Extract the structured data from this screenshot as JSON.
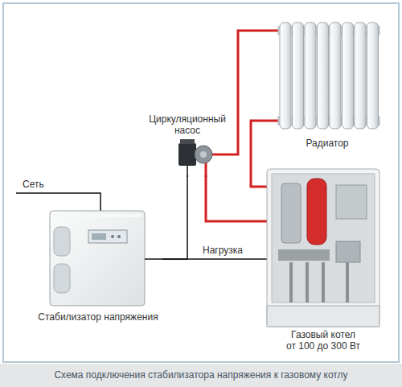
{
  "diagram": {
    "caption": "Схема подключения стабилизатора напряжения к газовому котлу",
    "nodes": [
      {
        "text": [
          "Стабилизатор напряжения"
        ]
      },
      {
        "text": [
          "Циркуляционный насос"
        ]
      },
      {
        "text": [
          "Радиатор"
        ]
      },
      {
        "text": [
          "Газовый котел от 100 до 300 Вт"
        ]
      }
    ],
    "edges": [
      {
        "from": 0,
        "to": 3,
        "label": "Нагрузка",
        "arrow": "none"
      },
      {
        "from": 0,
        "to": 1,
        "arrow": "none"
      },
      {
        "from": 2,
        "to": 1,
        "arrow": "none"
      },
      {
        "from": 1,
        "to": 3,
        "arrow": "none"
      },
      {
        "from": 2,
        "to": 3,
        "arrow": "none"
      }
    ],
    "labels": [
      "Сеть"
    ]
  }
}
